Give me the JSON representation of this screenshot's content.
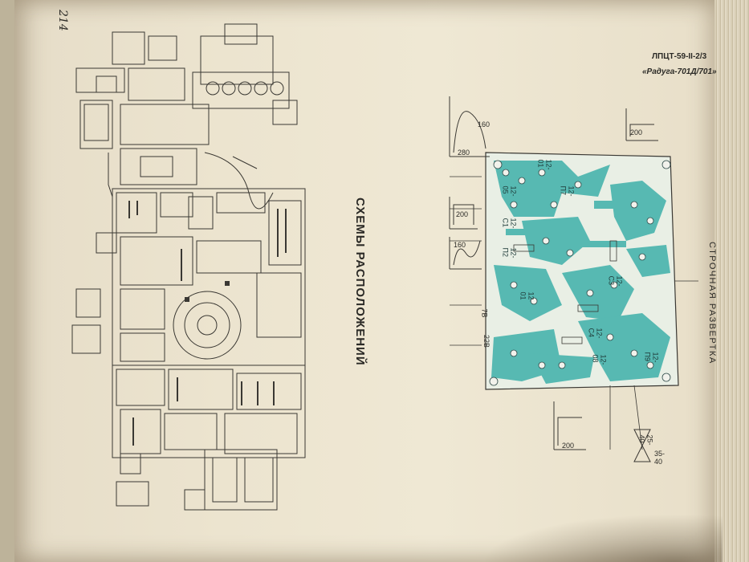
{
  "document": {
    "page_number": "214",
    "doc_code": "ЛПЦТ-59-II-2/3",
    "model": "«Радуга-701Д/701»",
    "main_title": "СХЕМЫ РАСПОЛОЖЕНИЙ",
    "section_title": "СТРОЧНАЯ РАЗВЕРТКА"
  },
  "colors": {
    "paper": "#ece4cf",
    "ink": "#2b2a26",
    "pcb_trace": "#57b9b2",
    "pcb_board": "#e9efe5"
  },
  "labels": {
    "board_connectors": [
      "12-05",
      "12-C1",
      "12-П2",
      "12-01",
      "12-C4",
      "12-08",
      "12-П9",
      "12-C3",
      "12-П7",
      "12-01"
    ],
    "waveform_values": [
      "160",
      "280",
      "200",
      "160",
      "200",
      "200"
    ],
    "side_marks": [
      "25-40",
      "22В",
      "7В",
      "35-40"
    ]
  }
}
